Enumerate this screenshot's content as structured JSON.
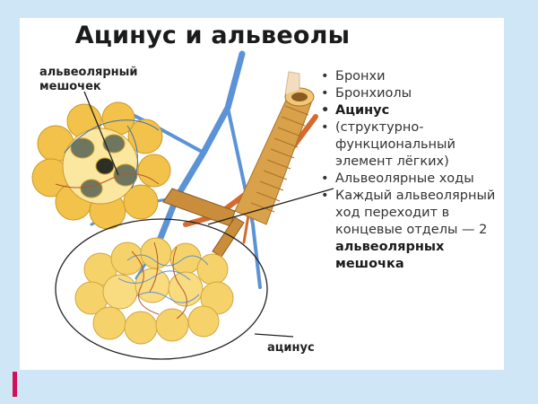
{
  "title": "Ацинус и альвеолы",
  "labels": {
    "sac_line1": "альвеолярный",
    "sac_line2": "мешочек",
    "acinus": "ацинус"
  },
  "bullets": [
    {
      "text": "Бронхи"
    },
    {
      "text": "Бронхиолы"
    },
    {
      "text": "Ацинус"
    },
    {
      "text": "(структурно-функциональный элемент лёгких)"
    },
    {
      "text": "Альвеолярные ходы"
    },
    {
      "text": "Каждый альвеолярный ход переходит в концевые отделы — 2",
      "bold_tail": "альвеолярных мешочка"
    }
  ],
  "colors": {
    "alveoli": "#f2c24a",
    "alveoli_light": "#fbe7a0",
    "bronchus": "#d9a24a",
    "vein": "#5b93d6",
    "artery": "#d66a2e",
    "accent": "#d1105a"
  }
}
